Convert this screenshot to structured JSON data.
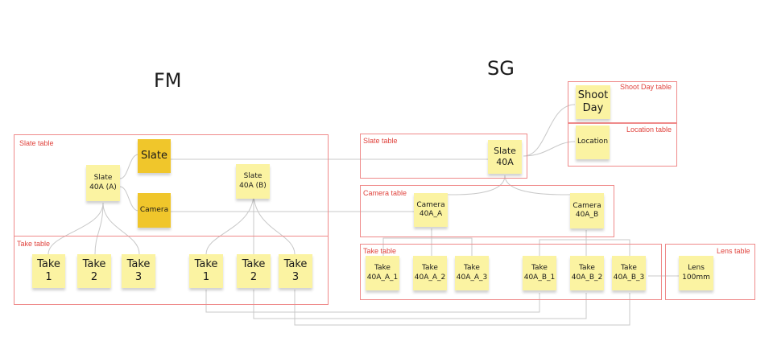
{
  "headings": {
    "fm": "FM",
    "sg": "SG"
  },
  "frames": {
    "fm_slate": "Slate table",
    "fm_take": "Take table",
    "sg_slate": "Slate table",
    "sg_camera": "Camera table",
    "sg_take": "Take table",
    "shoot_day": "Shoot Day table",
    "location": "Location table",
    "lens": "Lens table"
  },
  "notes": {
    "fm_slate_a": "Slate\n40A (A)",
    "fm_slate_b": "Slate\n40A (B)",
    "fm_slate_gold": "Slate",
    "fm_camera_gold": "Camera",
    "fm_take_1": "Take\n1",
    "fm_take_2": "Take\n2",
    "fm_take_3": "Take\n3",
    "fm_take_b1": "Take\n1",
    "fm_take_b2": "Take\n2",
    "fm_take_b3": "Take\n3",
    "sg_slate": "Slate\n40A",
    "sg_shoot_day": "Shoot\nDay",
    "sg_location": "Location",
    "sg_camera_a": "Camera\n40A_A",
    "sg_camera_b": "Camera\n40A_B",
    "sg_take_a1": "Take\n40A_A_1",
    "sg_take_a2": "Take\n40A_A_2",
    "sg_take_a3": "Take\n40A_A_3",
    "sg_take_b1": "Take\n40A_B_1",
    "sg_take_b2": "Take\n40A_B_2",
    "sg_take_b3": "Take\n40A_B_3",
    "sg_lens": "Lens\n100mm"
  },
  "colors": {
    "frame_border": "#ef8a8a",
    "frame_label": "#e0443e",
    "note_pale": "#fbf3a2",
    "note_gold": "#f0c62b",
    "connector": "#c8c8c8"
  }
}
